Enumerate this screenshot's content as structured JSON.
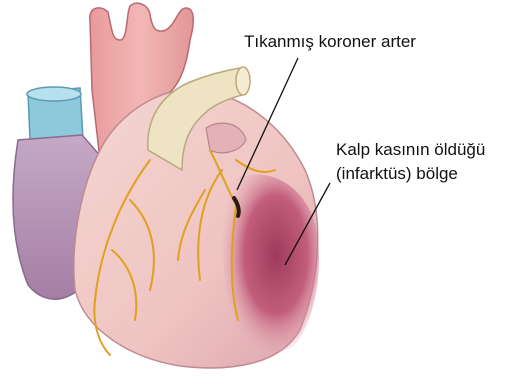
{
  "labels": {
    "blocked_artery": "Tıkanmış koroner arter",
    "infarct_line1": "Kalp kasının öldüğü",
    "infarct_line2": "(infarktüs) bölge"
  },
  "colors": {
    "background": "#ffffff",
    "heart_main": "#efc7c4",
    "heart_shadow": "#d8a0a6",
    "aorta": "#eaa7a7",
    "vein_blue": "#8fc9dd",
    "vein_purple": "#b79ab8",
    "artery_white": "#efe6c6",
    "coronary": "#e0a020",
    "infarct": "#b54a6a",
    "leader_line": "#111111"
  }
}
